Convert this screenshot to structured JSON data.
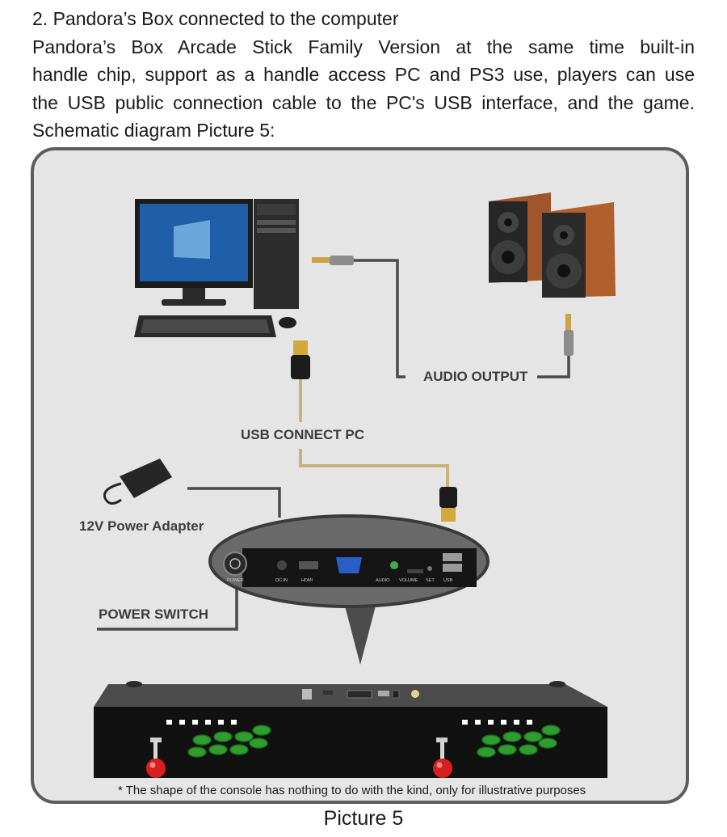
{
  "heading": "2. Pandora’s Box connected to the computer",
  "paragraph_lines": [
    "Pandora’s Box Arcade Stick Family Version at the same time built-in",
    "handle chip, support as a handle access PC and PS3 use, players can use",
    "the USB public connection cable to the PC's USB interface, and the game.",
    "Schematic diagram Picture 5:"
  ],
  "labels": {
    "audio_output": "AUDIO OUTPUT",
    "usb_connect": "USB CONNECT PC",
    "power_adapter": "12V Power Adapter",
    "power_switch": "POWER SWITCH"
  },
  "port_labels": {
    "power": "POWER",
    "dc": "DC IN",
    "hdmi": "HDMI",
    "audio": "AUDIO",
    "volume": "VOLUME",
    "set": "SET",
    "usb": "USB"
  },
  "note": "* The shape of the console has nothing to do with the kind, only for illustrative purposes",
  "caption": "Picture 5",
  "colors": {
    "panel_bg": "#e5e5e5",
    "panel_border": "#5d5d5d",
    "cable": "#4a4a4a",
    "usb_cable": "#c8b27a",
    "button_green": "#2f9e2f",
    "ball_red": "#d81e1e"
  }
}
